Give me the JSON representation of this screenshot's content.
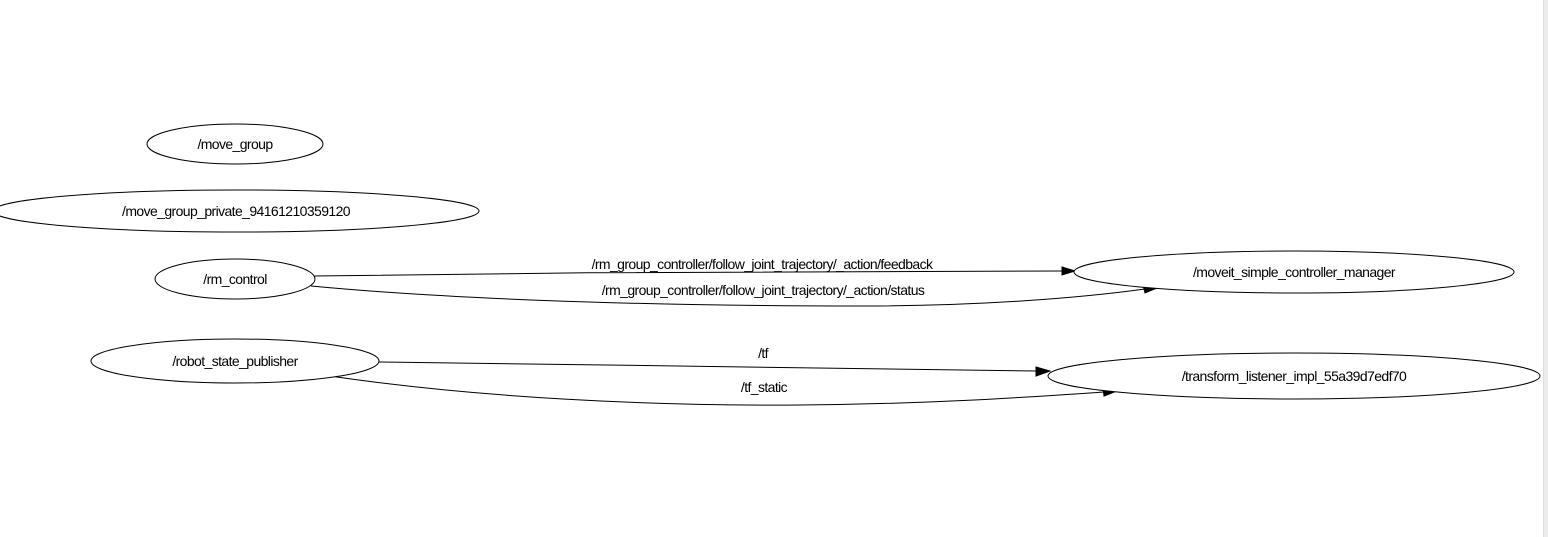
{
  "graph": {
    "nodes": [
      {
        "id": "move_group",
        "label": "/move_group"
      },
      {
        "id": "move_group_private",
        "label": "/move_group_private_94161210359120"
      },
      {
        "id": "rm_control",
        "label": "/rm_control"
      },
      {
        "id": "moveit_scm",
        "label": "/moveit_simple_controller_manager"
      },
      {
        "id": "robot_state_publisher",
        "label": "/robot_state_publisher"
      },
      {
        "id": "transform_listener",
        "label": "/transform_listener_impl_55a39d7edf70"
      }
    ],
    "edges": [
      {
        "from": "rm_control",
        "to": "moveit_scm",
        "label": "/rm_group_controller/follow_joint_trajectory/_action/feedback"
      },
      {
        "from": "rm_control",
        "to": "moveit_scm",
        "label": "/rm_group_controller/follow_joint_trajectory/_action/status"
      },
      {
        "from": "robot_state_publisher",
        "to": "transform_listener",
        "label": "/tf"
      },
      {
        "from": "robot_state_publisher",
        "to": "transform_listener",
        "label": "/tf_static"
      }
    ]
  }
}
